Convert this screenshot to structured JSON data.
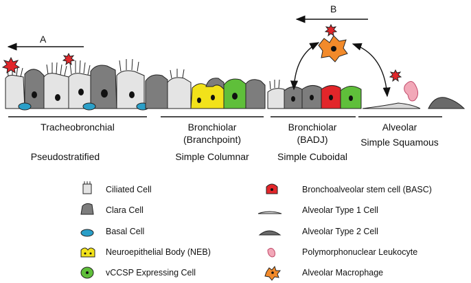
{
  "arrows": {
    "a_label": "A",
    "b_label": "B"
  },
  "regions": [
    {
      "name": "Tracheobronchial",
      "line1": "Tracheobronchial",
      "line2": "",
      "epithelium": "Pseudostratified"
    },
    {
      "name": "Bronchiolar-Branchpoint",
      "line1": "Bronchiolar",
      "line2": "(Branchpoint)",
      "epithelium": "Simple Columnar"
    },
    {
      "name": "Bronchiolar-BADJ",
      "line1": "Bronchiolar",
      "line2": "(BADJ)",
      "epithelium": "Simple Cuboidal"
    },
    {
      "name": "Alveolar",
      "line1": "Alveolar",
      "line2": "Simple Squamous",
      "epithelium": ""
    }
  ],
  "legend": {
    "left": [
      {
        "icon": "ciliated-cell-icon",
        "label": "Ciliated Cell"
      },
      {
        "icon": "clara-cell-icon",
        "label": "Clara Cell"
      },
      {
        "icon": "basal-cell-icon",
        "label": "Basal Cell"
      },
      {
        "icon": "neb-icon",
        "label": "Neuroepithelial Body (NEB)"
      },
      {
        "icon": "vccsp-cell-icon",
        "label": "vCCSP Expressing Cell"
      }
    ],
    "right": [
      {
        "icon": "basc-icon",
        "label": "Bronchoalveolar stem cell (BASC)"
      },
      {
        "icon": "alveolar-type1-icon",
        "label": "Alveolar Type 1 Cell"
      },
      {
        "icon": "alveolar-type2-icon",
        "label": "Alveolar Type 2 Cell"
      },
      {
        "icon": "pmn-leukocyte-icon",
        "label": "Polymorphonuclear Leukocyte"
      },
      {
        "icon": "macrophage-icon",
        "label": "Alveolar Macrophage"
      }
    ]
  },
  "colors": {
    "ciliated": "#e4e4e4",
    "clara": "#7d7d7d",
    "basal": "#2a9fc8",
    "neb": "#f2e21a",
    "vccsp": "#5fbf3a",
    "basc": "#e2262a",
    "macrophage": "#f28a2a",
    "injury": "#e2262a",
    "pmn": "#f2a8b8"
  }
}
